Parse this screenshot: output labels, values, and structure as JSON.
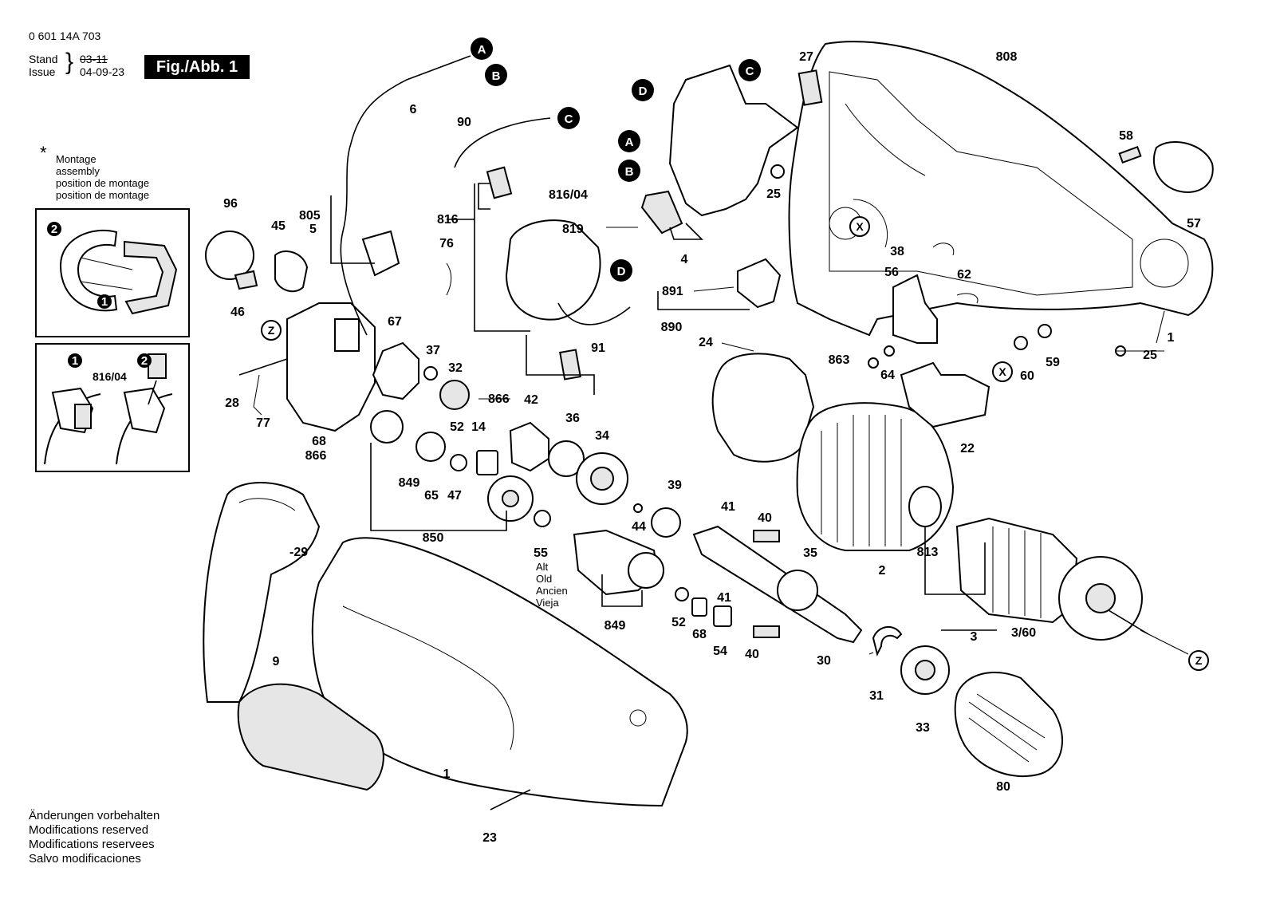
{
  "header": {
    "doc_number": "0 601 14A 703",
    "stand_label": "Stand",
    "issue_label": "Issue",
    "stand_date": "03-11",
    "issue_date": "04-09-23",
    "figure_label": "Fig./Abb. 1"
  },
  "assembly_note": {
    "symbol": "*",
    "lines": [
      "Montage",
      "assembly",
      "position de montage",
      "position de montage"
    ]
  },
  "inset_2": {
    "part_label": "816/04"
  },
  "footer": {
    "lines": [
      "Änderungen vorbehalten",
      "Modifications reserved",
      "Modifications reservees",
      "Salvo modificaciones"
    ]
  },
  "alt_note": {
    "lines": [
      "Alt",
      "Old",
      "Ancien",
      "Vieja"
    ]
  },
  "callout_letters": [
    "A",
    "B",
    "C",
    "D"
  ],
  "ring_letters": [
    "X",
    "Z"
  ],
  "part_numbers": [
    "6",
    "90",
    "816/04",
    "816",
    "819",
    "805",
    "5",
    "96",
    "45",
    "46",
    "76",
    "4",
    "891",
    "890",
    "91",
    "67",
    "37",
    "32",
    "866",
    "42",
    "36",
    "34",
    "28",
    "77",
    "68",
    "866",
    "52",
    "14",
    "849",
    "65",
    "47",
    "850",
    "39",
    "44",
    "41",
    "40",
    "55",
    "35",
    "41",
    "849",
    "52",
    "68",
    "54",
    "40",
    "30",
    "31",
    "33",
    "80",
    "23",
    "1",
    "9",
    "-29",
    "2",
    "813",
    "3",
    "3/60",
    "27",
    "808",
    "58",
    "57",
    "25",
    "38",
    "56",
    "62",
    "24",
    "863",
    "64",
    "60",
    "59",
    "25",
    "1",
    "22",
    "816/04"
  ]
}
